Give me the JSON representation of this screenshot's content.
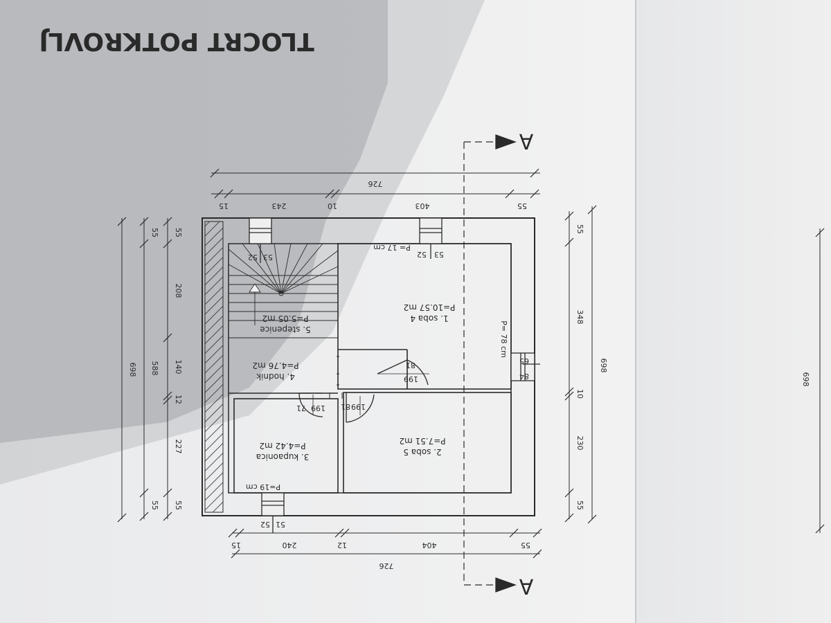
{
  "sheet": {
    "title": "TLOCRT POTKROVLJ",
    "section_marker": "A",
    "adjacent_page_dimension": "698"
  },
  "overall_dimensions": {
    "top_total": "726",
    "top_chain": [
      "55",
      "403",
      "10",
      "243",
      "15"
    ],
    "bottom_total": "726",
    "bottom_chain": [
      "55",
      "404",
      "12",
      "240",
      "15"
    ],
    "right_total": "698",
    "right_chain": [
      "55",
      "348",
      "10",
      "230",
      "55"
    ],
    "left_total": "698",
    "left_chain_outer": [
      "55",
      "588",
      "55"
    ],
    "left_chain_inner": [
      "55",
      "208",
      "140",
      "12",
      "227",
      "55"
    ]
  },
  "rooms": [
    {
      "name": "1. soba 4",
      "area": "P=10.57 m2"
    },
    {
      "name": "2. soba 5",
      "area": "P=7.51 m2"
    },
    {
      "name": "3. kupaonica",
      "area": "P=4.42 m2"
    },
    {
      "name": "4. hodnik",
      "area": "P=4.76 m2"
    },
    {
      "name": "5. stepenice",
      "area": "P=5.05 m2"
    }
  ],
  "openings": {
    "win_room1_top": {
      "w": "52",
      "h": "53",
      "sill": "P= 17 cm"
    },
    "win_stairs_top": {
      "w": "52",
      "h": "53"
    },
    "win_bath_bottom": {
      "w": "52",
      "h": "51",
      "sill": "P=19 cm"
    },
    "win_right": {
      "w": "84",
      "h": "65",
      "sill": "P= 78 cm"
    },
    "door_room1": {
      "w": "81",
      "h": "199"
    },
    "door_room2": {
      "w": "81",
      "h": "199"
    },
    "door_bath": {
      "w": "71",
      "h": "199"
    }
  },
  "colors": {
    "paper": "#efefef",
    "ink": "#2a2a2a",
    "shadow": "#8f9297"
  }
}
